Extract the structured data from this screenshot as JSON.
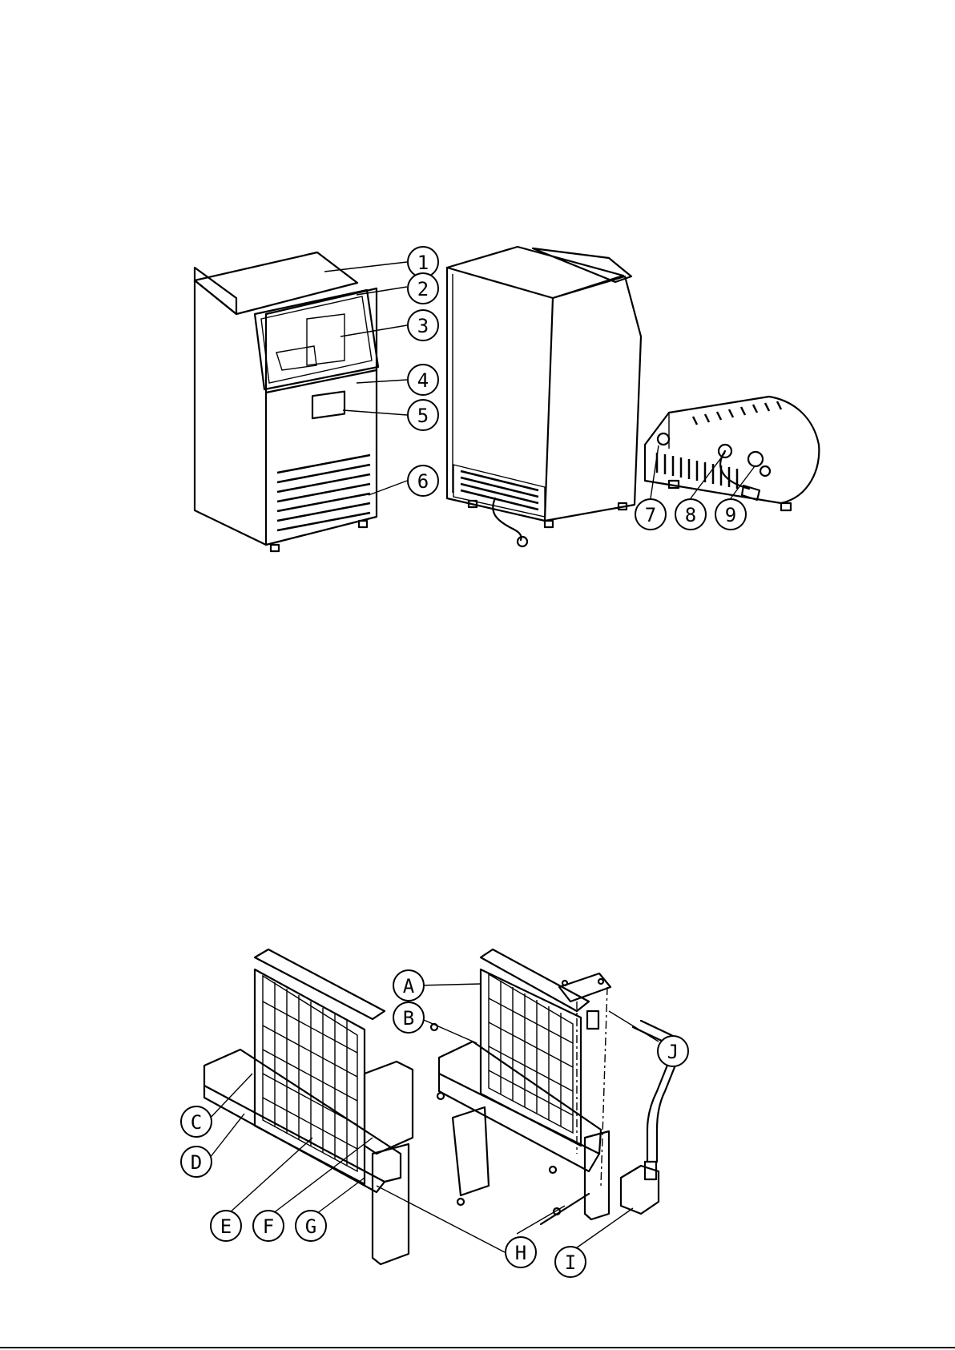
{
  "colors": {
    "ink": "#000000",
    "paper": "#ffffff"
  },
  "figure1": {
    "callouts": [
      "1",
      "2",
      "3",
      "4",
      "5",
      "6",
      "7",
      "8",
      "9"
    ]
  },
  "figure2": {
    "callouts": [
      "A",
      "B",
      "C",
      "D",
      "E",
      "F",
      "G",
      "H",
      "I",
      "J"
    ]
  }
}
